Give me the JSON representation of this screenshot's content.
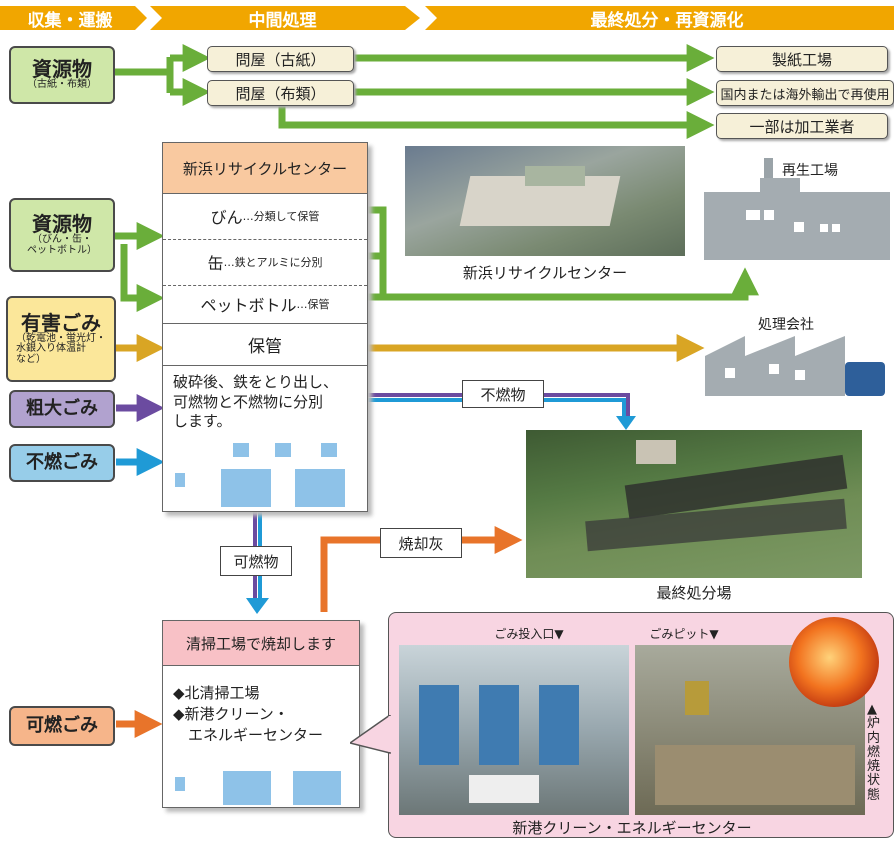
{
  "header": {
    "col1": "収集・運搬",
    "col2": "中間処理",
    "col3": "最終処分・再資源化"
  },
  "sources": {
    "shigen1": {
      "title": "資源物",
      "sub": "（古紙・布類）"
    },
    "shigen2": {
      "title": "資源物",
      "sub": "（びん・缶・\nペットボトル）"
    },
    "yugai": {
      "title": "有害ごみ",
      "sub": "（乾電池・蛍光灯・\n水銀入り体温計\nなど）"
    },
    "sodai": {
      "title": "粗大ごみ"
    },
    "funen": {
      "title": "不燃ごみ"
    },
    "kanen": {
      "title": "可燃ごみ"
    }
  },
  "middle": {
    "toiya_paper": "問屋（古紙）",
    "toiya_cloth": "問屋（布類）"
  },
  "destinations": {
    "paper_mill": "製紙工場",
    "reuse": "国内または海外輸出で再使用",
    "processor": "一部は加工業者"
  },
  "recycle_center": {
    "title": "新浜リサイクルセンター",
    "bin_main": "びん",
    "bin_note": "…分類して保管",
    "can_main": "缶",
    "can_note": "…鉄とアルミに分別",
    "pet_main": "ペットボトル",
    "pet_note": "…保管",
    "storage": "保管",
    "crush_text": "破砕後、鉄をとり出し、\n可燃物と不燃物に分別\nします。"
  },
  "photos": {
    "recycle_center_caption": "新浜リサイクルセンター",
    "landfill_caption": "最終処分場",
    "energy_center_caption": "新港クリーン・エネルギーセンター",
    "hopper": "ごみ投入口▼",
    "pit": "ごみピット▼",
    "furnace": "▲炉内燃焼状態"
  },
  "icons": {
    "regen_factory": "再生工場",
    "processing_company": "処理会社"
  },
  "flows": {
    "incombustible": "不燃物",
    "combustible": "可燃物",
    "ash": "焼却灰"
  },
  "incinerator": {
    "title": "清掃工場で焼却します",
    "plants": "◆北清掃工場\n◆新港クリーン・\n　エネルギーセンター"
  },
  "colors": {
    "green": "#6aae3a",
    "orange": "#e8742a",
    "purple": "#6b4ba0",
    "blue": "#1f9ad6",
    "gold": "#d9a524",
    "header": "#f1a600"
  }
}
